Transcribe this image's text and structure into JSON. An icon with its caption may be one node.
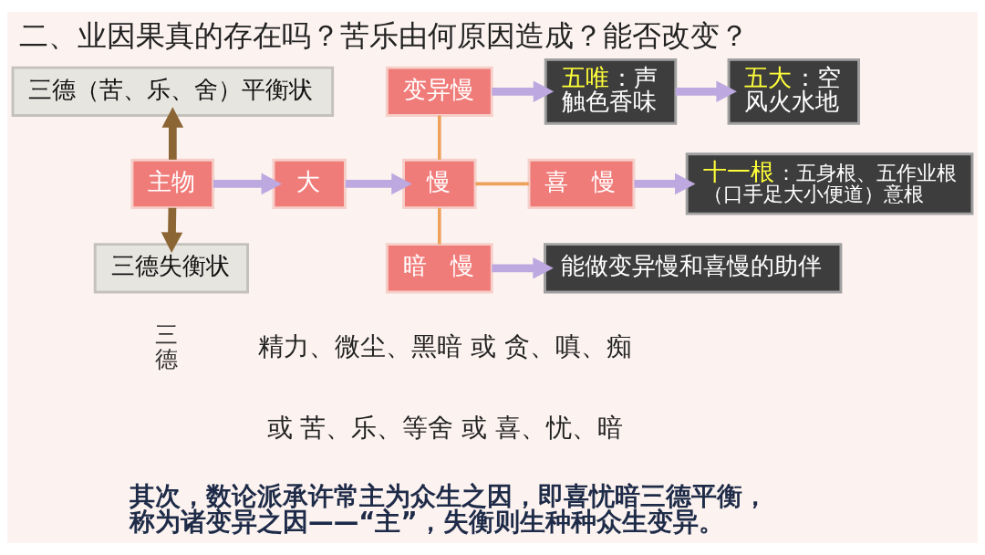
{
  "diagram": {
    "title": "二、业因果真的存在吗？苦乐由何原因造成？能否改变？",
    "nodes": [
      {
        "text": [
          "三德（苦、乐、舍）平衡状"
        ]
      },
      {
        "text": [
          "主物"
        ]
      },
      {
        "text": [
          "三德失衡状"
        ]
      },
      {
        "text": [
          "大"
        ]
      },
      {
        "text": [
          "慢"
        ]
      },
      {
        "text": [
          "变异慢"
        ]
      },
      {
        "text": [
          "喜　慢"
        ]
      },
      {
        "text": [
          "暗　慢"
        ]
      },
      {
        "text": [
          "五唯：声触色香味"
        ]
      },
      {
        "text": [
          "五大：空风火水地"
        ]
      },
      {
        "text": [
          "十一根：五身根、五作业根（口手足大小便道）意根"
        ]
      },
      {
        "text": [
          "能做变异慢和喜慢的助伴"
        ]
      }
    ],
    "edges": [
      {
        "from": 1,
        "to": 0,
        "arrow": "to",
        "color": "#8b6534"
      },
      {
        "from": 1,
        "to": 2,
        "arrow": "to",
        "color": "#8b6534"
      },
      {
        "from": 1,
        "to": 3,
        "arrow": "to"
      },
      {
        "from": 3,
        "to": 4,
        "arrow": "to"
      },
      {
        "from": 4,
        "to": 5,
        "arrow": "none",
        "color": "#eda15a"
      },
      {
        "from": 4,
        "to": 6,
        "arrow": "none",
        "color": "#eda15a"
      },
      {
        "from": 4,
        "to": 7,
        "arrow": "none",
        "color": "#eda15a"
      },
      {
        "from": 5,
        "to": 8,
        "arrow": "to"
      },
      {
        "from": 8,
        "to": 9,
        "arrow": "to"
      },
      {
        "from": 6,
        "to": 10,
        "arrow": "to"
      },
      {
        "from": 7,
        "to": 11,
        "arrow": "to"
      }
    ],
    "labels": [
      "三德",
      "精力、微尘、黑暗 或 贪、嗔、痴",
      "或 苦、乐、等舍 或 喜、忧、暗",
      "其次，数论派承许常主为众生之因，即喜忧暗三德平衡，称为诸变异之因——“主”，失衡则生种种众生变异。"
    ]
  }
}
